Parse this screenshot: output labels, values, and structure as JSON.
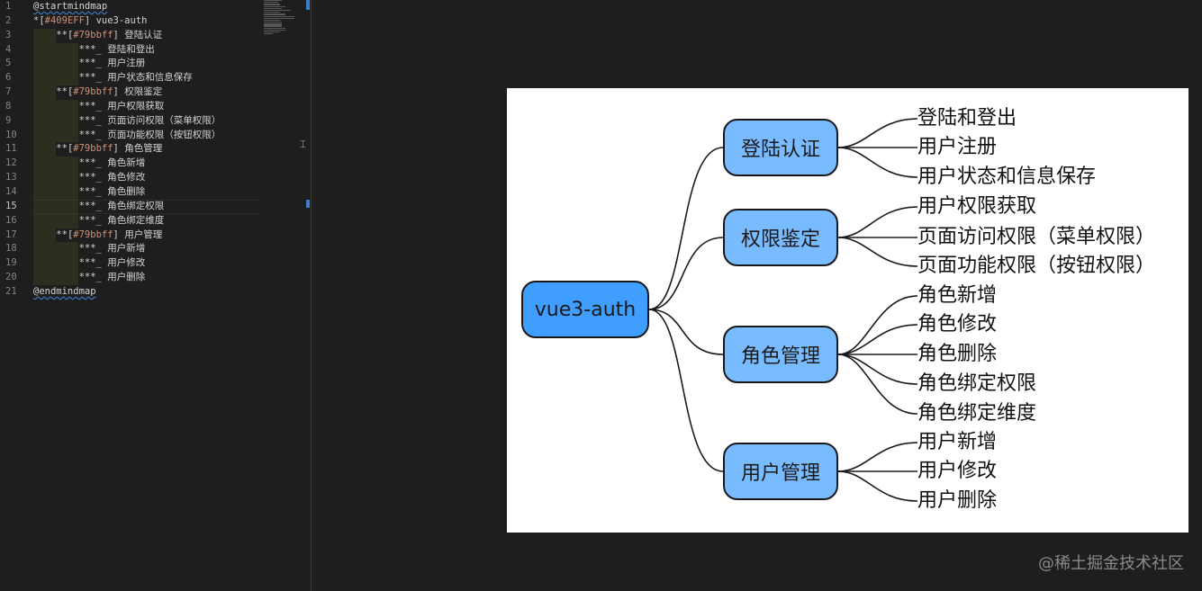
{
  "editor": {
    "line_numbers": [
      "1",
      "2",
      "3",
      "4",
      "5",
      "6",
      "7",
      "8",
      "9",
      "10",
      "11",
      "12",
      "13",
      "14",
      "15",
      "16",
      "17",
      "18",
      "19",
      "20",
      "21"
    ],
    "active_line": "15",
    "lines": [
      {
        "at": "@startmindmap"
      },
      {
        "stars": "*",
        "bracket_open": "[",
        "color": "#409EFF",
        "bracket_close": "]",
        "text": " vue3-auth"
      },
      {
        "stars": "**",
        "bracket_open": "[",
        "color": "#79bbff",
        "bracket_close": "]",
        "text": " 登陆认证"
      },
      {
        "stars": "***_",
        "text": " 登陆和登出"
      },
      {
        "stars": "***_",
        "text": " 用户注册"
      },
      {
        "stars": "***_",
        "text": " 用户状态和信息保存"
      },
      {
        "stars": "**",
        "bracket_open": "[",
        "color": "#79bbff",
        "bracket_close": "]",
        "text": " 权限鉴定"
      },
      {
        "stars": "***_",
        "text": " 用户权限获取"
      },
      {
        "stars": "***_",
        "text": " 页面访问权限（菜单权限）"
      },
      {
        "stars": "***_",
        "text": " 页面功能权限（按钮权限）"
      },
      {
        "stars": "**",
        "bracket_open": "[",
        "color": "#79bbff",
        "bracket_close": "]",
        "text": " 角色管理"
      },
      {
        "stars": "***_",
        "text": " 角色新增"
      },
      {
        "stars": "***_",
        "text": " 角色修改"
      },
      {
        "stars": "***_",
        "text": " 角色删除"
      },
      {
        "stars": "***_",
        "text": " 角色绑定权限"
      },
      {
        "stars": "***_",
        "text": " 角色绑定维度"
      },
      {
        "stars": "**",
        "bracket_open": "[",
        "color": "#79bbff",
        "bracket_close": "]",
        "text": " 用户管理"
      },
      {
        "stars": "***_",
        "text": " 用户新增"
      },
      {
        "stars": "***_",
        "text": " 用户修改"
      },
      {
        "stars": "***_",
        "text": " 用户删除"
      },
      {
        "at": "@endmindmap"
      }
    ]
  },
  "mindmap": {
    "root": {
      "label": "vue3-auth",
      "color": "#409EFF"
    },
    "branch_color": "#79bbff",
    "branches": [
      {
        "label": "登陆认证",
        "children": [
          "登陆和登出",
          "用户注册",
          "用户状态和信息保存"
        ]
      },
      {
        "label": "权限鉴定",
        "children": [
          "用户权限获取",
          "页面访问权限（菜单权限）",
          "页面功能权限（按钮权限）"
        ]
      },
      {
        "label": "角色管理",
        "children": [
          "角色新增",
          "角色修改",
          "角色删除",
          "角色绑定权限",
          "角色绑定维度"
        ]
      },
      {
        "label": "用户管理",
        "children": [
          "用户新增",
          "用户修改",
          "用户删除"
        ]
      }
    ]
  },
  "watermark": "@稀土掘金技术社区"
}
